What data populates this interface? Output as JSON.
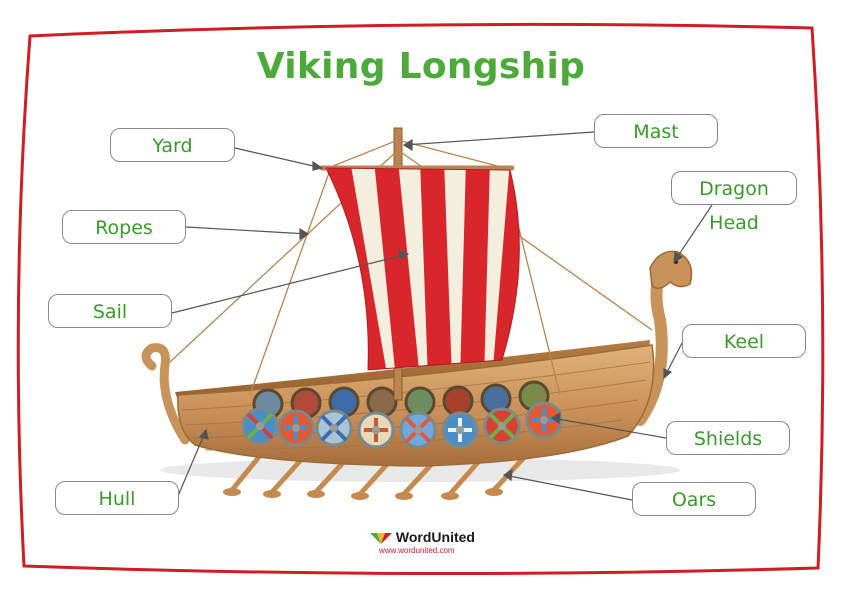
{
  "title": "Viking Longship",
  "labels": {
    "yard": "Yard",
    "mast": "Mast",
    "ropes": "Ropes",
    "dragon_head": "Dragon Head",
    "sail": "Sail",
    "keel": "Keel",
    "shields": "Shields",
    "hull": "Hull",
    "oars": "Oars"
  },
  "brand": {
    "name": "WordUnited",
    "url": "www.wordunited.com"
  },
  "colors": {
    "title": "#4daa3a",
    "label_text": "#3a9a2c",
    "frame": "#d01c25",
    "sail_red": "#d8262b",
    "sail_white": "#f4eede",
    "wood": "#c8935a"
  }
}
